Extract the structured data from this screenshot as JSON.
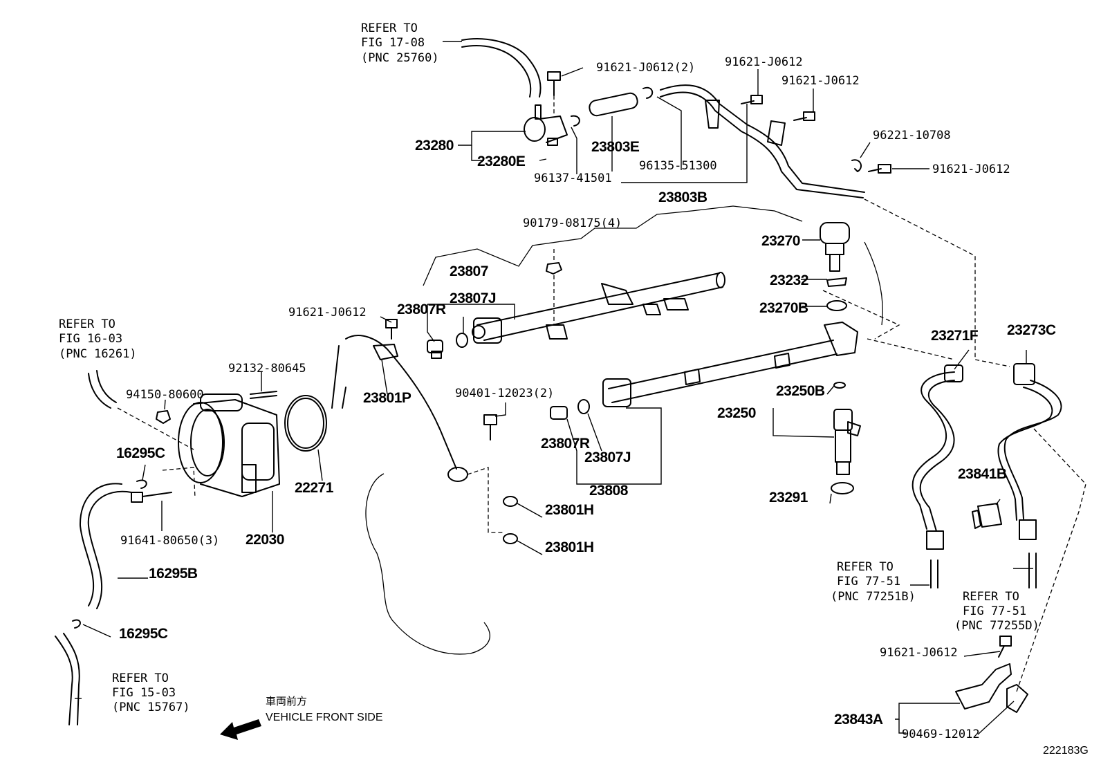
{
  "diagram_id": "222183G",
  "front_note": {
    "jp": "車両前方",
    "en": "VEHICLE FRONT SIDE"
  },
  "labels": {
    "ref_fig17": [
      "REFER TO",
      "FIG 17-08",
      "(PNC 25760)"
    ],
    "ref_fig16": [
      "REFER TO",
      "FIG 16-03",
      "(PNC 16261)"
    ],
    "ref_fig15": [
      "REFER TO",
      "FIG 15-03",
      "(PNC 15767)"
    ],
    "ref_fig77a": [
      "REFER TO",
      "FIG 77-51",
      "(PNC 77251B)"
    ],
    "ref_fig77b": [
      "REFER TO",
      "FIG 77-51",
      "(PNC 77255D)"
    ],
    "p91621_j0612_2": "91621-J0612(2)",
    "p91621_j0612_a": "91621-J0612",
    "p91621_j0612_b": "91621-J0612",
    "p91621_j0612_c": "91621-J0612",
    "p91621_j0612_d": "91621-J0612",
    "p91621_j0612_e": "91621-J0612",
    "p96221_10708": "96221-10708",
    "p23280": "23280",
    "p23280e": "23280E",
    "p96137_41501": "96137-41501",
    "p23803e": "23803E",
    "p96135_51300": "96135-51300",
    "p23803b": "23803B",
    "p90179_08175_4": "90179-08175(4)",
    "p23270": "23270",
    "p23232": "23232",
    "p23270b": "23270B",
    "p23807": "23807",
    "p23807j_a": "23807J",
    "p23807r_a": "23807R",
    "p23271f": "23271F",
    "p23273c": "23273C",
    "p92132_80645": "92132-80645",
    "p94150_80600": "94150-80600",
    "p23801p": "23801P",
    "p90401_12023_2": "90401-12023(2)",
    "p23250b": "23250B",
    "p23250": "23250",
    "p16295c_a": "16295C",
    "p22271": "22271",
    "p23807r_b": "23807R",
    "p23807j_b": "23807J",
    "p23808": "23808",
    "p23841b": "23841B",
    "p23291": "23291",
    "p23801h_a": "23801H",
    "p23801h_b": "23801H",
    "p91641_80650_3": "91641-80650(3)",
    "p22030": "22030",
    "p16295b": "16295B",
    "p16295c_b": "16295C",
    "p23843a": "23843A",
    "p90469_12012": "90469-12012"
  }
}
